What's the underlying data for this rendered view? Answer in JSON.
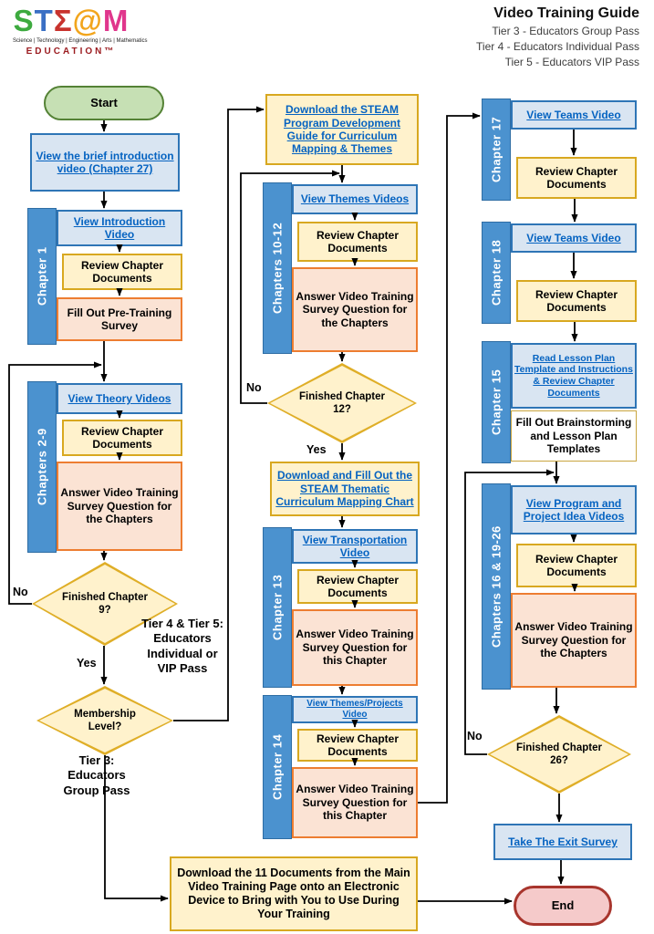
{
  "header": {
    "title": "Video Training Guide",
    "tier_lines": [
      "Tier 3 - Educators Group Pass",
      "Tier 4 - Educators Individual Pass",
      "Tier 5 - Educators VIP Pass"
    ]
  },
  "logo": {
    "letters": [
      "S",
      "T",
      "Σ",
      "@",
      "M"
    ],
    "tagline": "Science | Technology | Engineering | Arts | Mathematics",
    "brand": "EDUCATION™"
  },
  "flow": {
    "start": "Start",
    "brief_intro": "View the brief introduction video (Chapter 27)",
    "chapter1": {
      "label": "Chapter 1",
      "video": "View Introduction Video",
      "review": "Review Chapter Documents",
      "survey": "Fill Out Pre-Training Survey"
    },
    "chapters2_9": {
      "label": "Chapters 2-9",
      "video": "View Theory Videos",
      "review": "Review Chapter Documents",
      "survey": "Answer Video Training Survey Question for the Chapters"
    },
    "decision_ch9": {
      "question": "Finished Chapter 9?",
      "no": "No",
      "yes": "Yes"
    },
    "decision_membership": {
      "question": "Membership Level?"
    },
    "labels": {
      "tier45": "Tier 4 & Tier 5: Educators Individual or VIP Pass",
      "tier3": "Tier 3: Educators Group Pass"
    },
    "download_guide": "Download the STEAM Program Development Guide for Curriculum Mapping & Themes",
    "chapters10_12": {
      "label": "Chapters 10-12",
      "video": "View Themes Videos",
      "review": "Review Chapter Documents",
      "survey": "Answer Video Training Survey Question for the Chapters"
    },
    "decision_ch12": {
      "question": "Finished Chapter 12?",
      "no": "No",
      "yes": "Yes"
    },
    "download_chart": "Download and Fill Out the STEAM Thematic Curriculum Mapping Chart",
    "chapter13": {
      "label": "Chapter 13",
      "video": "View Transportation Video",
      "review": "Review Chapter Documents",
      "survey": "Answer Video Training Survey Question for this Chapter"
    },
    "chapter14": {
      "label": "Chapter 14",
      "video": "View Themes/Projects Video",
      "review": "Review Chapter Documents",
      "survey": "Answer Video Training Survey Question for this Chapter"
    },
    "chapter17": {
      "label": "Chapter 17",
      "video": "View Teams Video",
      "review": "Review Chapter Documents"
    },
    "chapter18": {
      "label": "Chapter 18",
      "video": "View Teams Video",
      "review": "Review Chapter Documents"
    },
    "chapter15": {
      "label": "Chapter 15",
      "read": "Read Lesson Plan Template and Instructions & Review Chapter Documents",
      "fill": "Fill Out Brainstorming and Lesson Plan Templates"
    },
    "chapters16_26": {
      "label": "Chapters 16 & 19-26",
      "video": "View Program and Project Idea Videos",
      "review": "Review Chapter Documents",
      "survey": "Answer Video Training Survey Question for the Chapters"
    },
    "decision_ch26": {
      "question": "Finished Chapter 26?",
      "no": "No"
    },
    "exit_survey": "Take The Exit Survey",
    "end": "End",
    "download_documents": "Download the 11 Documents from the Main Video Training Page onto an Electronic Device to Bring with You to Use During Your Training"
  },
  "colors": {
    "link": "#0563c1",
    "box_blue_fill": "#d9e5f2",
    "box_blue_border": "#2e75b6",
    "box_yellow_fill": "#fff2cc",
    "box_yellow_border": "#d8a820",
    "box_orange_fill": "#fbe3d4",
    "box_orange_border": "#ed7d31",
    "sidebar_fill": "#4b92cf",
    "start_fill": "#c6e0b4",
    "start_border": "#548235",
    "end_fill": "#f5caca",
    "end_border": "#a8352d",
    "arrow": "#000000"
  }
}
